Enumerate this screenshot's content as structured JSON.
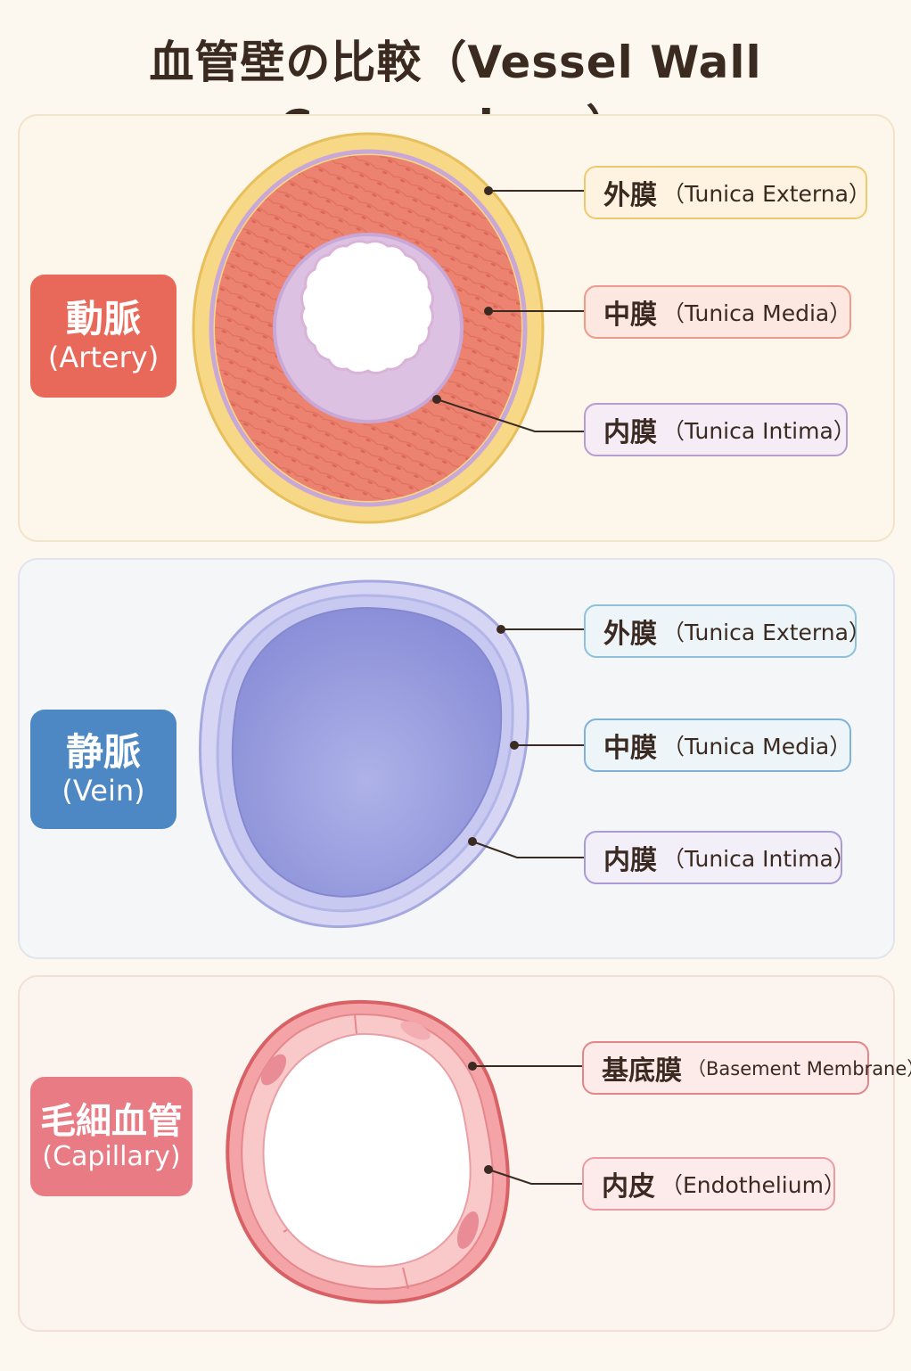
{
  "title": "血管壁の比較（Vessel Wall Comparison）",
  "artery": {
    "name_jp": "動脈",
    "name_en": "(Artery)",
    "labels": {
      "externa": {
        "jp": "外膜",
        "en": "（Tunica Externa）"
      },
      "media": {
        "jp": "中膜",
        "en": "（Tunica Media）"
      },
      "intima": {
        "jp": "内膜",
        "en": "（Tunica Intima）"
      }
    }
  },
  "vein": {
    "name_jp": "静脈",
    "name_en": "(Vein)",
    "labels": {
      "externa": {
        "jp": "外膜",
        "en": "（Tunica Externa）"
      },
      "media": {
        "jp": "中膜",
        "en": "（Tunica Media）"
      },
      "intima": {
        "jp": "内膜",
        "en": "（Tunica Intima）"
      }
    }
  },
  "capillary": {
    "name_jp": "毛細血管",
    "name_en": "(Capillary)",
    "labels": {
      "basement": {
        "jp": "基底膜",
        "en": "（Basement Membrane）"
      },
      "endothelium": {
        "jp": "内皮",
        "en": "（Endothelium）"
      }
    }
  },
  "colors": {
    "artery_accent": "#e8695a",
    "vein_accent": "#4e88c4",
    "capillary_accent": "#e87b84",
    "externa_yellow": "#f5d27a",
    "media_red": "#ec8270",
    "intima_purple": "#c9a7d6",
    "vein_blue": "#a7aee6"
  }
}
